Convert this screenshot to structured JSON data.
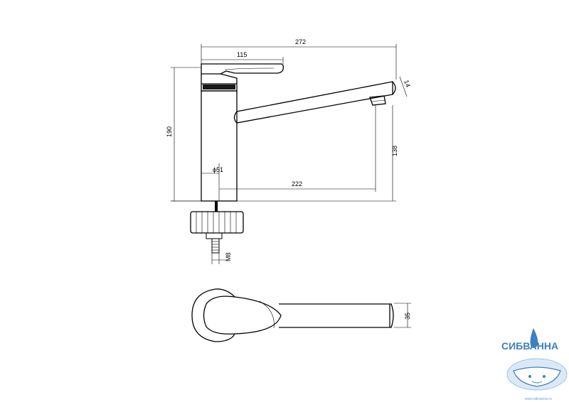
{
  "drawing": {
    "dimensions": {
      "overall_length": "272",
      "handle_length": "115",
      "height": "190",
      "spout_reach": "222",
      "spout_height": "138",
      "spout_tip": "14",
      "body_diameter": "ϕ51",
      "thread": "M8",
      "top_view_width": "35"
    }
  },
  "logo": {
    "brand": "СИБВАННА",
    "url": "www.sibvanna.ru",
    "colors": {
      "primary": "#3e7fc2",
      "light": "#9cc4ea"
    }
  }
}
